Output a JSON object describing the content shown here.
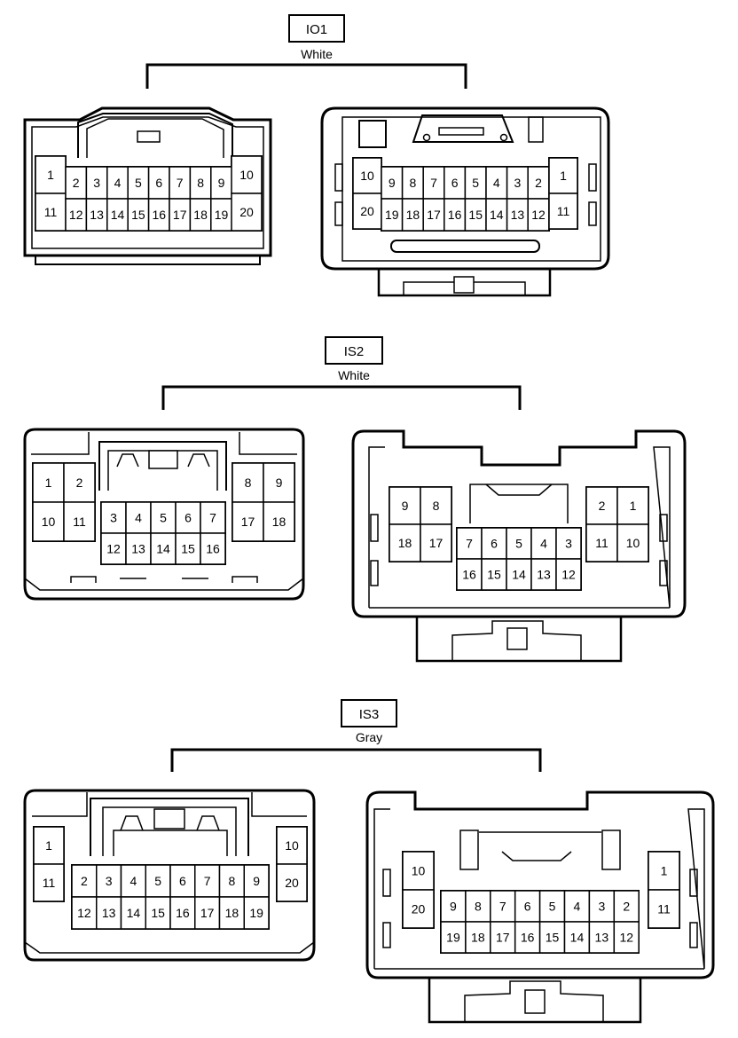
{
  "connectors": [
    {
      "code": "IO1",
      "color": "White",
      "male_pins": {
        "left": [
          "1",
          "11"
        ],
        "top": [
          "2",
          "3",
          "4",
          "5",
          "6",
          "7",
          "8",
          "9"
        ],
        "bottom": [
          "12",
          "13",
          "14",
          "15",
          "16",
          "17",
          "18",
          "19"
        ],
        "right": [
          "10",
          "20"
        ]
      },
      "female_pins": {
        "left": [
          "10",
          "20"
        ],
        "top": [
          "9",
          "8",
          "7",
          "6",
          "5",
          "4",
          "3",
          "2"
        ],
        "bottom": [
          "19",
          "18",
          "17",
          "16",
          "15",
          "14",
          "13",
          "12"
        ],
        "right": [
          "1",
          "11"
        ]
      }
    },
    {
      "code": "IS2",
      "color": "White",
      "male_pins": {
        "left_top": [
          "1",
          "2"
        ],
        "left_bottom": [
          "10",
          "11"
        ],
        "mid_top": [
          "3",
          "4",
          "5",
          "6",
          "7"
        ],
        "mid_bottom": [
          "12",
          "13",
          "14",
          "15",
          "16"
        ],
        "right_top": [
          "8",
          "9"
        ],
        "right_bottom": [
          "17",
          "18"
        ]
      },
      "female_pins": {
        "left_top": [
          "9",
          "8"
        ],
        "left_bottom": [
          "18",
          "17"
        ],
        "mid_top": [
          "7",
          "6",
          "5",
          "4",
          "3"
        ],
        "mid_bottom": [
          "16",
          "15",
          "14",
          "13",
          "12"
        ],
        "right_top": [
          "2",
          "1"
        ],
        "right_bottom": [
          "11",
          "10"
        ]
      }
    },
    {
      "code": "IS3",
      "color": "Gray",
      "male_pins": {
        "left": [
          "1",
          "11"
        ],
        "top": [
          "2",
          "3",
          "4",
          "5",
          "6",
          "7",
          "8",
          "9"
        ],
        "bottom": [
          "12",
          "13",
          "14",
          "15",
          "16",
          "17",
          "18",
          "19"
        ],
        "right": [
          "10",
          "20"
        ]
      },
      "female_pins": {
        "left": [
          "10",
          "20"
        ],
        "top": [
          "9",
          "8",
          "7",
          "6",
          "5",
          "4",
          "3",
          "2"
        ],
        "bottom": [
          "19",
          "18",
          "17",
          "16",
          "15",
          "14",
          "13",
          "12"
        ],
        "right": [
          "1",
          "11"
        ]
      }
    }
  ]
}
